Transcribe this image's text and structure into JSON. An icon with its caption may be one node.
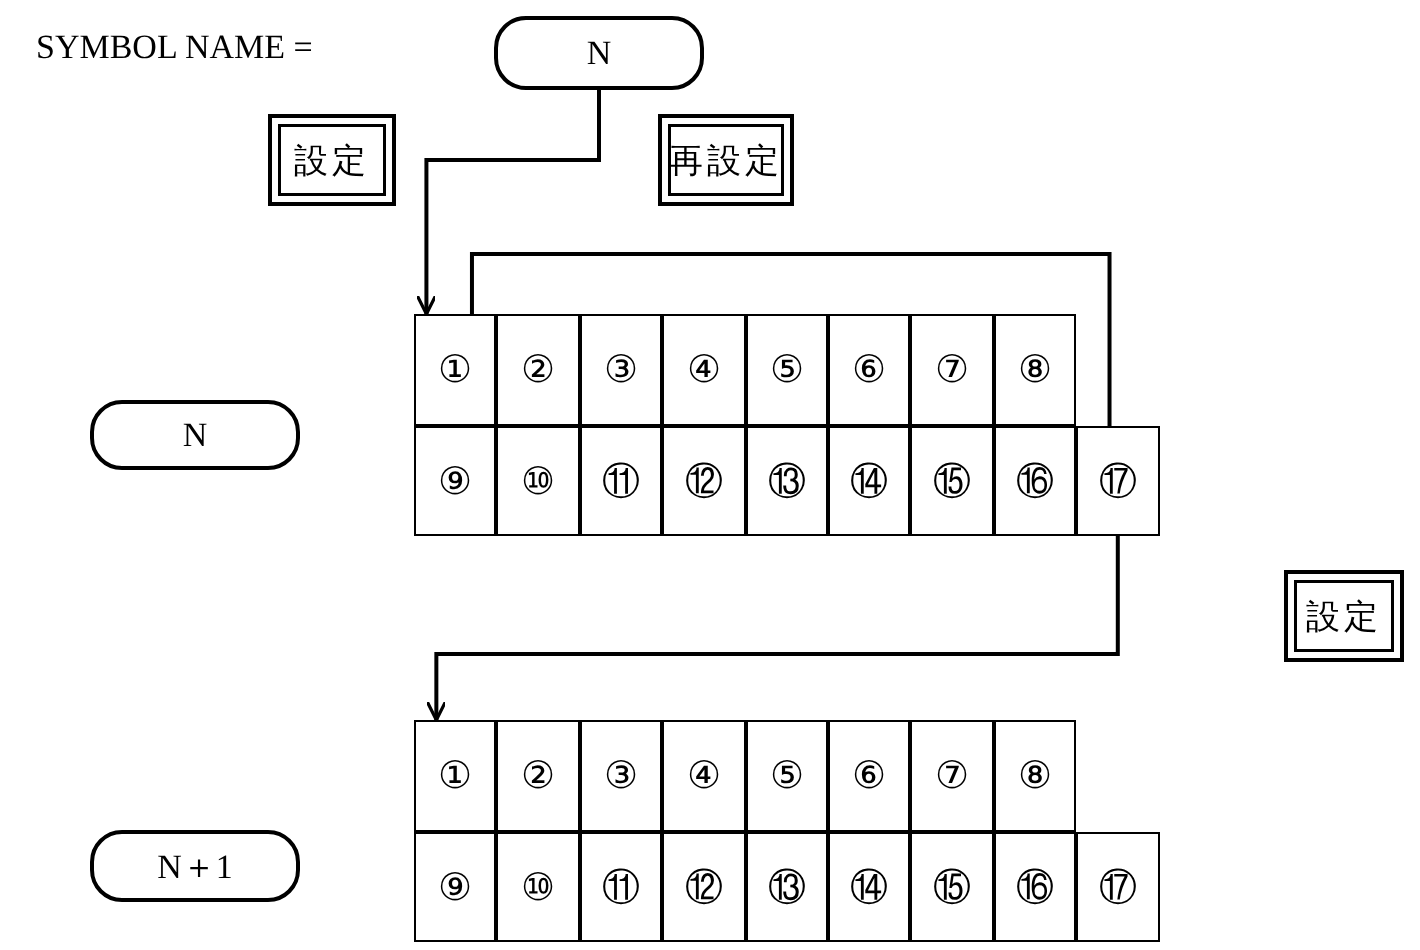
{
  "diagram": {
    "nodes": [
      {
        "text": [
          "N"
        ]
      },
      {
        "text": [
          "設定"
        ]
      },
      {
        "text": [
          "再設定"
        ]
      },
      {
        "text": [
          "①"
        ]
      },
      {
        "text": [
          "②"
        ]
      },
      {
        "text": [
          "③"
        ]
      },
      {
        "text": [
          "④"
        ]
      },
      {
        "text": [
          "⑤"
        ]
      },
      {
        "text": [
          "⑥"
        ]
      },
      {
        "text": [
          "⑦"
        ]
      },
      {
        "text": [
          "⑧"
        ]
      },
      {
        "text": [
          "⑨"
        ]
      },
      {
        "text": [
          "⑩"
        ]
      },
      {
        "text": [
          "⑪"
        ]
      },
      {
        "text": [
          "⑫"
        ]
      },
      {
        "text": [
          "⑬"
        ]
      },
      {
        "text": [
          "⑭"
        ]
      },
      {
        "text": [
          "⑮"
        ]
      },
      {
        "text": [
          "⑯"
        ]
      },
      {
        "text": [
          "⑰"
        ]
      },
      {
        "text": [
          "N"
        ]
      },
      {
        "text": [
          "設定"
        ]
      },
      {
        "text": [
          "N＋1"
        ]
      },
      {
        "text": [
          "①"
        ]
      },
      {
        "text": [
          "②"
        ]
      },
      {
        "text": [
          "③"
        ]
      },
      {
        "text": [
          "④"
        ]
      },
      {
        "text": [
          "⑤"
        ]
      },
      {
        "text": [
          "⑥"
        ]
      },
      {
        "text": [
          "⑦"
        ]
      },
      {
        "text": [
          "⑧"
        ]
      },
      {
        "text": [
          "⑨"
        ]
      },
      {
        "text": [
          "⑩"
        ]
      },
      {
        "text": [
          "⑪"
        ]
      },
      {
        "text": [
          "⑫"
        ]
      },
      {
        "text": [
          "⑬"
        ]
      },
      {
        "text": [
          "⑭"
        ]
      },
      {
        "text": [
          "⑮"
        ]
      },
      {
        "text": [
          "⑯"
        ]
      },
      {
        "text": [
          "⑰"
        ]
      }
    ],
    "edges": [
      {
        "from": 0,
        "to": 3,
        "arrow": "to"
      },
      {
        "from": 19,
        "to": 3,
        "arrow": "none"
      },
      {
        "from": 19,
        "to": 23,
        "arrow": "to"
      }
    ],
    "labels": [
      "SYMBOL NAME ="
    ]
  }
}
